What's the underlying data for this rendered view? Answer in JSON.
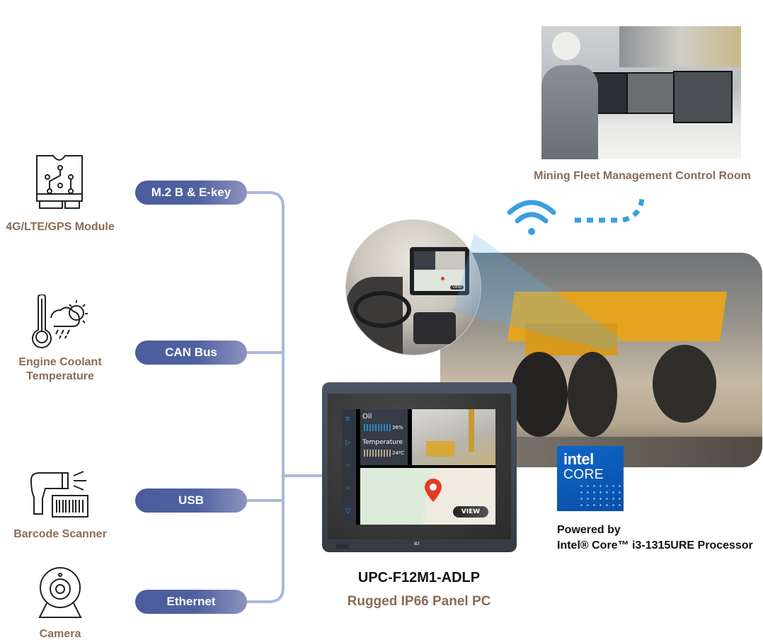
{
  "peripherals": [
    {
      "label": "4G/LTE/GPS Module",
      "icon": "m2-module-icon",
      "interface": "M.2 B & E-key"
    },
    {
      "label_line1": "Engine Coolant",
      "label_line2": "Temperature",
      "icon": "thermometer-weather-icon",
      "interface": "CAN Bus"
    },
    {
      "label": "Barcode Scanner",
      "icon": "barcode-scanner-icon",
      "interface": "USB"
    },
    {
      "label": "Camera",
      "icon": "camera-icon",
      "interface": "Ethernet"
    }
  ],
  "control_room": {
    "caption": "Mining Fleet Management Control Room"
  },
  "panel_screen": {
    "oil_label": "Oil",
    "oil_value": "36%",
    "oil_level": 0.36,
    "temp_label": "Temperature",
    "temp_value": "24ºC",
    "view_button": "VIEW",
    "inset_view_button": "VIEW",
    "brand": "IEI"
  },
  "product": {
    "model": "UPC-F12M1-ADLP",
    "subtitle": "Rugged IP66 Panel PC"
  },
  "processor": {
    "logo_text_1": "intel",
    "logo_text_2": "CORE",
    "line1": "Powered by",
    "line2": "Intel® Core™ i3-1315URE Processor"
  },
  "colors": {
    "accent_pill": "#4a5c9c",
    "connector": "#a9b9d9",
    "label_brown": "#8b6c55",
    "wifi": "#3a9fe0",
    "intel_blue": "#0b5cb5"
  }
}
